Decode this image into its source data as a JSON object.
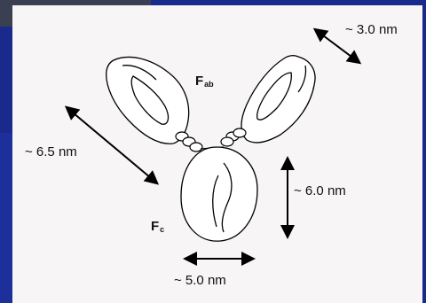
{
  "colors": {
    "background": "#1a2a8c",
    "panel": "#f7f5f5",
    "ink": "#111111"
  },
  "diagram": {
    "fab_label": {
      "main": "F",
      "sub": "ab"
    },
    "fc_label": {
      "main": "F",
      "sub": "c"
    },
    "dims": {
      "arm_width": "~ 3.0 nm",
      "arm_length": "~ 6.5 nm",
      "fc_height": "~ 6.0 nm",
      "fc_width": "~ 5.0 nm"
    }
  }
}
